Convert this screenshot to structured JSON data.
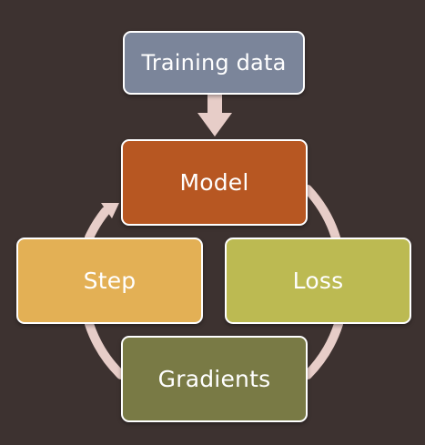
{
  "diagram": {
    "nodes": {
      "training_data": "Training data",
      "model": "Model",
      "step": "Step",
      "loss": "Loss",
      "gradients": "Gradients"
    }
  },
  "colors": {
    "background": "#3d3230",
    "connector": "#e7cdc8",
    "training_data": "#7b859a",
    "model": "#b75722",
    "step": "#e3b055",
    "loss": "#bcba52",
    "gradients": "#797a45"
  }
}
